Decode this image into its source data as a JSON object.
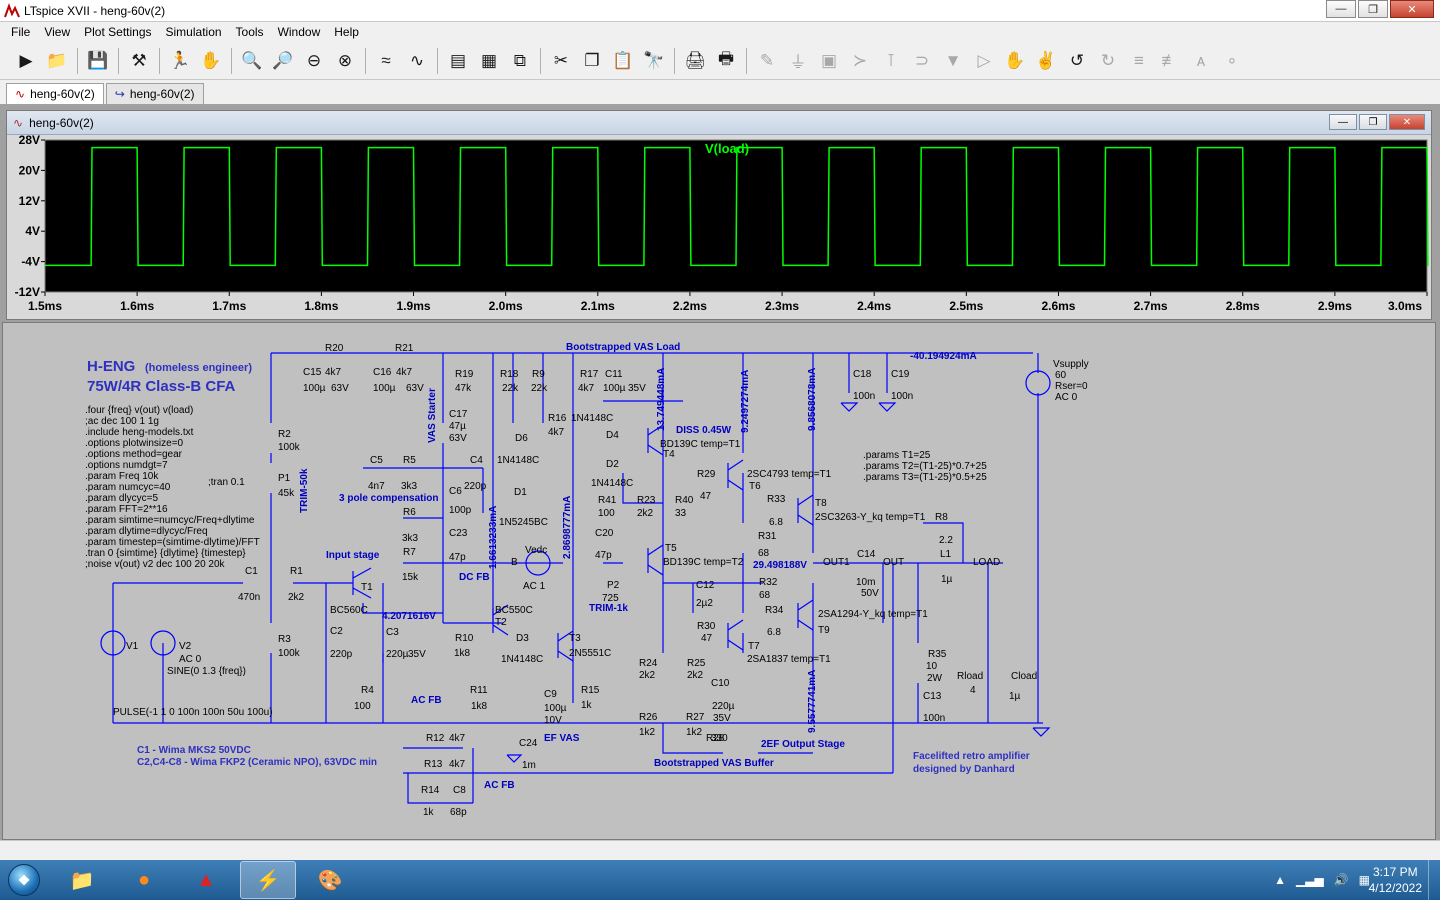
{
  "window": {
    "title": "LTspice XVII - heng-60v(2)"
  },
  "menu": [
    "File",
    "View",
    "Plot Settings",
    "Simulation",
    "Tools",
    "Window",
    "Help"
  ],
  "tabs": [
    {
      "label": "heng-60v(2)",
      "active": true
    },
    {
      "label": "heng-60v(2)",
      "active": false
    }
  ],
  "plot_window": {
    "title": "heng-60v(2)"
  },
  "chart_data": {
    "type": "line",
    "title": "V(load)",
    "xlabel": "",
    "ylabel": "",
    "x_ticks": [
      "1.5ms",
      "1.6ms",
      "1.7ms",
      "1.8ms",
      "1.9ms",
      "2.0ms",
      "2.1ms",
      "2.2ms",
      "2.3ms",
      "2.4ms",
      "2.5ms",
      "2.6ms",
      "2.7ms",
      "2.8ms",
      "2.9ms",
      "3.0ms"
    ],
    "y_ticks": [
      "28V",
      "20V",
      "12V",
      "4V",
      "-4V",
      "-12V"
    ],
    "xlim": [
      1.5,
      3.0
    ],
    "ylim": [
      -12,
      28
    ],
    "series": [
      {
        "name": "V(load)",
        "color": "#00ff00",
        "period_ms": 0.1,
        "high_v": 26,
        "low_v": -5,
        "first_rise_ms": 1.55,
        "duty": 0.5
      }
    ],
    "background": "#000000",
    "grid": false
  },
  "schematic": {
    "header": {
      "title1": "H-ENG",
      "title1_sub": "(homeless engineer)",
      "title2": "75W/4R Class-B  CFA"
    },
    "directives": [
      ".four {freq} v(out) v(load)",
      ";ac dec 100 1 1g",
      ".include heng-models.txt",
      ".options plotwinsize=0",
      ".options method=gear",
      ".options numdgt=7",
      ".param Freq 10k",
      ".param numcyc=40",
      ".param dlycyc=5",
      ".param FFT=2**16",
      ".param simtime=numcyc/Freq+dlytime",
      ".param dlytime=dlycyc/Freq",
      ".param timestep=(simtime-dlytime)/FFT",
      ".tran 0 {simtime} {dlytime} {timestep}",
      ";noise v(out) v2 dec 100 20 20k"
    ],
    "tran_comment": ";tran 0.1",
    "params": [
      ".params T1=25",
      ".params T2=(T1-25)*0.7+25",
      ".params T3=(T1-25)*0.5+25"
    ],
    "notes": {
      "caps": "C1 - Wima MKS2 50VDC",
      "caps2": "C2,C4-C8 - Wima FKP2 (Ceramic NPO), 63VDC min",
      "credit1": "Facelifted retro amplifier",
      "credit2": "designed by Danhard"
    },
    "section_labels": [
      "Bootstrapped VAS Load",
      "Input stage",
      "3 pole compensation",
      "DC FB",
      "AC FB",
      "AC FB",
      "EF VAS",
      "Bootstrapped VAS Buffer",
      "2EF Output Stage",
      "DISS 0.45W",
      "VAS Starter",
      "TRIM-50k",
      "TRIM-1k"
    ],
    "currents": [
      "-40.194924mA",
      "13.749448mA",
      "9.2497274mA",
      "9.8568078mA",
      "1.6613233mA",
      "2.8698777mA",
      "4.2071616V",
      "29.498188V",
      "9.5577741mA"
    ],
    "labels": [
      "R20",
      "4k7",
      "R21",
      "4k7",
      "C15",
      "100µ",
      "63V",
      "C16",
      "100µ",
      "63V",
      "R19",
      "47k",
      "R18",
      "22k",
      "R9",
      "22k",
      "R17",
      "4k7",
      "C11",
      "100µ",
      "35V",
      "C17",
      "47µ",
      "63V",
      "R16",
      "4k7",
      "1N4148C",
      "D4",
      "D6",
      "1N4148C",
      "D2",
      "BD139C temp=T1",
      "T4",
      "C18",
      "100n",
      "C19",
      "100n",
      "Vsupply",
      "60",
      "Rser=0",
      "AC 0",
      "R2",
      "100k",
      "P1",
      "45k",
      "C5",
      "4n7",
      "R5",
      "3k3",
      "C4",
      "220p",
      "C6",
      "100p",
      "D1",
      "1N5245BC",
      "R6",
      "3k3",
      "C23",
      "47p",
      "R41",
      "100",
      "R23",
      "2k2",
      "R40",
      "33",
      "C20",
      "47p",
      "1N4148C",
      "R29",
      "47",
      "2SC4793 temp=T1",
      "T6",
      "R33",
      "6.8",
      "T8",
      "2SC3263-Y_kq temp=T1",
      "R8",
      "2.2",
      "R7",
      "15k",
      "B",
      "Vedc",
      "AC 1",
      "T5",
      "BD139C temp=T2",
      "R31",
      "68",
      "C14",
      "10m",
      "50V",
      "OUT1",
      "OUT",
      "L1",
      "1µ",
      "LOAD",
      "C1",
      "470n",
      "R1",
      "2k2",
      "T1",
      "BC560C",
      "BC550C",
      "T2",
      "P2",
      "725",
      "C12",
      "2µ2",
      "R32",
      "68",
      "V1",
      "V2",
      "AC 0",
      "SINE(0 1.3 {freq})",
      "R3",
      "100k",
      "C2",
      "220p",
      "C3",
      "220µ",
      "35V",
      "R10",
      "1k8",
      "D3",
      "1N4148C",
      "T3",
      "2N5551C",
      "R30",
      "47",
      "R34",
      "6.8",
      "2SA1294-Y_kq temp=T1",
      "T9",
      "T7",
      "2SA1837 temp=T1",
      "R24",
      "2k2",
      "R25",
      "2k2",
      "C10",
      "220µ",
      "35V",
      "R35",
      "10",
      "2W",
      "Rload",
      "4",
      "Cload",
      "1µ",
      "C13",
      "100n",
      "PULSE(-1 1 0 100n 100n 50u 100u)",
      "R4",
      "100",
      "R11",
      "1k8",
      "C9",
      "100µ",
      "10V",
      "R15",
      "1k",
      "R26",
      "1k2",
      "R27",
      "1k2",
      "R28",
      "330",
      "C24",
      "1m",
      "R12",
      "4k7",
      "R13",
      "4k7",
      "R14",
      "1k",
      "C8",
      "68p"
    ]
  },
  "taskbar": {
    "clock_time": "3:17 PM",
    "clock_date": "4/12/2022"
  },
  "colors": {
    "trace": "#00ff00",
    "schematic_wire": "#0000ff",
    "schematic_text": "#000080",
    "schematic_bg": "#c0c0c0",
    "annotation": "#0000c0"
  }
}
